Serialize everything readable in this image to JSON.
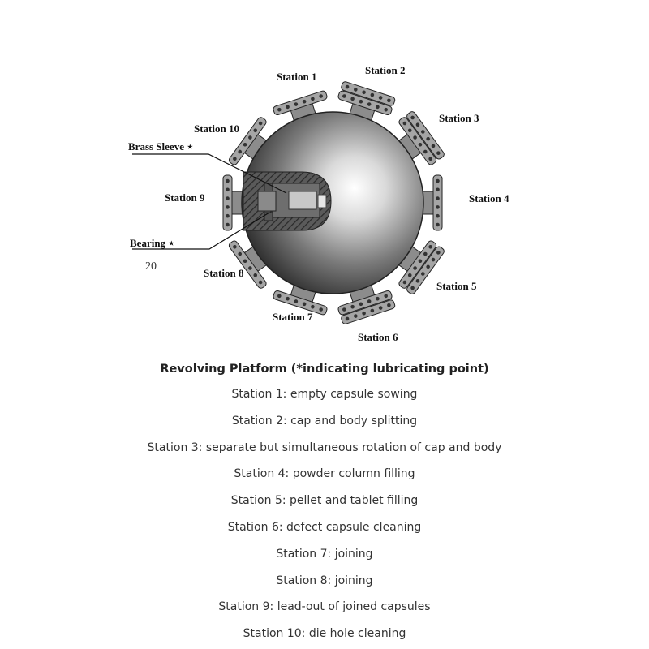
{
  "diagram": {
    "stations": [
      {
        "label": "Station 1"
      },
      {
        "label": "Station 2"
      },
      {
        "label": "Station 3"
      },
      {
        "label": "Station 4"
      },
      {
        "label": "Station 5"
      },
      {
        "label": "Station 6"
      },
      {
        "label": "Station 7"
      },
      {
        "label": "Station 8"
      },
      {
        "label": "Station 9"
      },
      {
        "label": "Station 10"
      }
    ],
    "callouts": {
      "brass_sleeve": "Brass Sleeve ⋆",
      "bearing": "Bearing ⋆",
      "number": "20"
    }
  },
  "caption": {
    "title": "Revolving Platform (*indicating lubricating point)",
    "lines": [
      "Station 1: empty capsule sowing",
      "Station 2: cap and body splitting",
      "Station 3: separate but simultaneous rotation of cap and body",
      "Station 4: powder column filling",
      "Station 5: pellet and tablet filling",
      "Station 6: defect capsule cleaning",
      "Station 7: joining",
      "Station 8: joining",
      "Station 9: lead-out of joined capsules",
      "Station 10: die hole cleaning"
    ]
  }
}
